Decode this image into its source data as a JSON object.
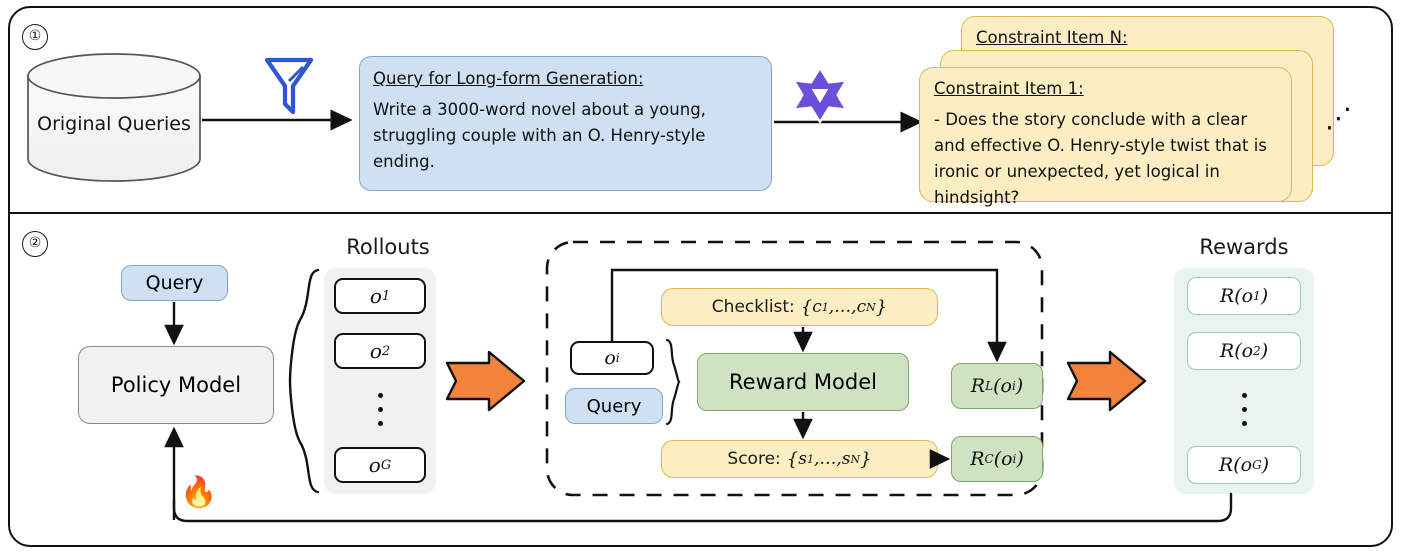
{
  "figure": {
    "title_absent": true,
    "panels": [
      {
        "number": "①",
        "name": "data-construction"
      },
      {
        "number": "②",
        "name": "rl-training"
      }
    ]
  },
  "panel1": {
    "number": "①",
    "database_label": "Original Queries",
    "filter_icon": "funnel-icon",
    "llm_icon": "qwen-logo-icon",
    "query_card": {
      "title": "Query for Long-form Generation:",
      "body": "Write a 3000-word novel about a young, struggling couple with an O. Henry-style ending."
    },
    "constraint_back_card": {
      "title": "Constraint Item N:"
    },
    "constraint_front_card": {
      "title": "Constraint Item 1:",
      "body": "- Does the story conclude with a clear and effective O. Henry-style twist that is ironic or unexpected, yet logical in hindsight?"
    },
    "stack_ellipsis": "⋰"
  },
  "panel2": {
    "number": "②",
    "query_box": "Query",
    "policy_model_box": "Policy Model",
    "fire_icon": "🔥",
    "rollouts": {
      "title": "Rollouts",
      "items": [
        "o₁",
        "o₂",
        "o_G"
      ],
      "item_labels": [
        {
          "base": "o",
          "sub": "1"
        },
        {
          "base": "o",
          "sub": "2"
        },
        {
          "base": "o",
          "sub": "G"
        }
      ],
      "ellipsis": "vertical-dots"
    },
    "reward_block": {
      "input_output_box": {
        "base": "o",
        "sub": "i"
      },
      "input_query_box": "Query",
      "checklist_box": "Checklist: {c₁,…,c_N}",
      "checklist_parts": {
        "label": "Checklist:",
        "set_open": "{",
        "first": "c",
        "first_sub": "1",
        "dots": ",…,",
        "last": "c",
        "last_sub": "N",
        "set_close": "}"
      },
      "reward_model_box": "Reward Model",
      "score_box": "Score: {s₁,…,s_N}",
      "score_parts": {
        "label": "Score:",
        "set_open": "{",
        "first": "s",
        "first_sub": "1",
        "dots": ",…,",
        "last": "s",
        "last_sub": "N",
        "set_close": "}"
      },
      "r_l_box": {
        "base": "R",
        "sub": "L",
        "arg": "(o",
        "arg_sub": "i",
        "arg_close": ")"
      },
      "r_c_box": {
        "base": "R",
        "sub": "C",
        "arg": "(o",
        "arg_sub": "i",
        "arg_close": ")"
      }
    },
    "rewards": {
      "title": "Rewards",
      "items": [
        {
          "base": "R",
          "arg": "(o",
          "sub": "1",
          "close": ")"
        },
        {
          "base": "R",
          "arg": "(o",
          "sub": "2",
          "close": ")"
        },
        {
          "base": "R",
          "arg": "(o",
          "sub": "G",
          "close": ")"
        }
      ],
      "ellipsis": "vertical-dots"
    },
    "flow_arrows": [
      "orange-arrow-rollouts-to-reward",
      "orange-arrow-reward-to-rewards"
    ]
  },
  "colors": {
    "blue_fill": "#cfe0f3",
    "blue_stroke": "#7da7d3",
    "yellow_fill": "#fbeec2",
    "yellow_stroke": "#d9b94f",
    "green_fill": "#cfe3c3",
    "green_stroke": "#7fa86a",
    "mint_stroke": "#9ec9bb",
    "mint_tray": "#eaf4ef",
    "grey_fill": "#f2f2f2",
    "grey_stroke": "#8a8a8a",
    "orange_arrow": "#f2823c",
    "funnel_blue": "#2f56d6",
    "logo_purple": "#6b4fd8",
    "ink": "#111111"
  }
}
